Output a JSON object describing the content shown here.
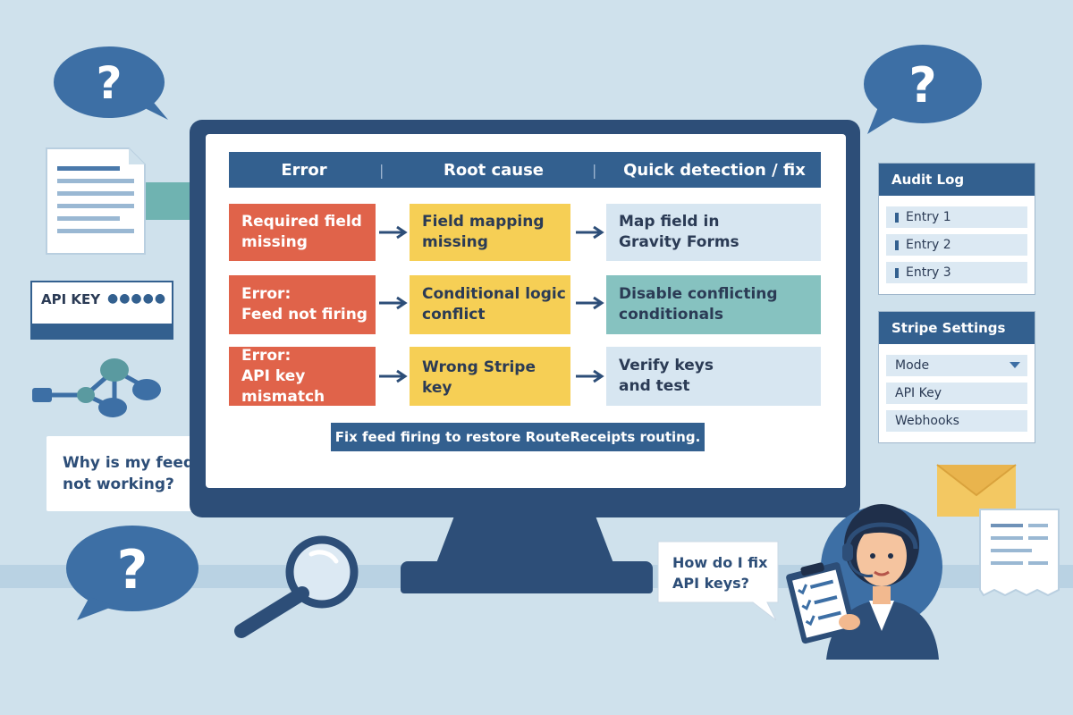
{
  "table": {
    "headers": [
      "Error",
      "Root cause",
      "Quick detection / fix"
    ],
    "rows": [
      {
        "error": "Required field\nmissing",
        "cause": "Field mapping\nmissing",
        "fix": "Map field in\nGravity Forms"
      },
      {
        "error": "Error:\nFeed not firing",
        "cause": "Conditional logic\nconflict",
        "fix": "Disable conflicting\nconditionals"
      },
      {
        "error": "Error:\nAPI key mismatch",
        "cause": "Wrong Stripe key",
        "fix": "Verify keys\nand test"
      }
    ],
    "footer": "Fix feed firing to restore RouteReceipts routing."
  },
  "audit_log": {
    "title": "Audit Log",
    "entries": [
      "Entry 1",
      "Entry 2",
      "Entry 3"
    ]
  },
  "stripe_settings": {
    "title": "Stripe Settings",
    "items": [
      "Mode",
      "API Key",
      "Webhooks"
    ]
  },
  "left": {
    "api_key_label": "API KEY",
    "api_key_dots": "●●●●●",
    "question": "Why is my feed\nnot working?"
  },
  "support": {
    "question": "How do I fix\nAPI keys?"
  },
  "icons": {
    "bubbles": "question-mark-bubble",
    "document": "document-icon",
    "network": "network-icon",
    "search": "magnifier-icon",
    "envelope": "envelope-icon",
    "receipt": "receipt-icon",
    "agent": "support-agent"
  },
  "colors": {
    "navy": "#33608f",
    "error": "#e0634a",
    "cause": "#f6cf55",
    "fix_light": "#d7e6f1",
    "fix_teal": "#86c2c0",
    "background": "#cfe1ec"
  }
}
